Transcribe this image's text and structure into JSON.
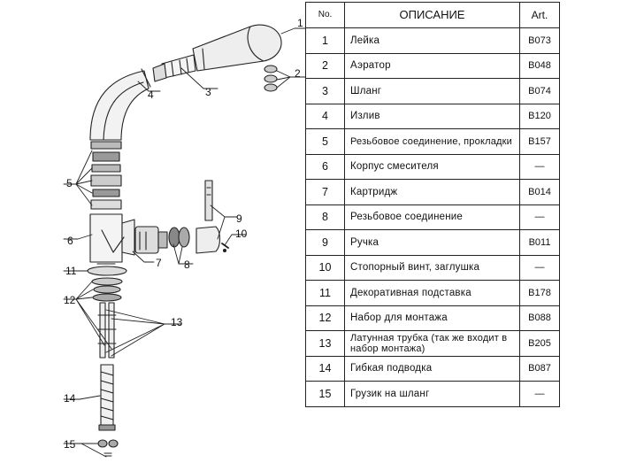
{
  "table": {
    "headers": {
      "no": "No.",
      "desc": "ОПИСАНИЕ",
      "art": "Art."
    },
    "rows": [
      {
        "no": "1",
        "desc": "Лейка",
        "art": "B073"
      },
      {
        "no": "2",
        "desc": "Аэратор",
        "art": "B048"
      },
      {
        "no": "3",
        "desc": "Шланг",
        "art": "B074"
      },
      {
        "no": "4",
        "desc": "Излив",
        "art": "B120"
      },
      {
        "no": "5",
        "desc": "Резьбовое соединение, прокладки",
        "art": "B157"
      },
      {
        "no": "6",
        "desc": "Корпус смесителя",
        "art": "—"
      },
      {
        "no": "7",
        "desc": "Картридж",
        "art": "B014"
      },
      {
        "no": "8",
        "desc": "Резьбовое соединение",
        "art": "—"
      },
      {
        "no": "9",
        "desc": "Ручка",
        "art": "B011"
      },
      {
        "no": "10",
        "desc": "Стопорный винт, заглушка",
        "art": "—"
      },
      {
        "no": "11",
        "desc": "Декоративная подставка",
        "art": "B178"
      },
      {
        "no": "12",
        "desc": "Набор для монтажа",
        "art": "B088"
      },
      {
        "no": "13",
        "desc": "Латунная трубка (так же входит в набор монтажа)",
        "art": "B205"
      },
      {
        "no": "14",
        "desc": "Гибкая подводка",
        "art": "B087"
      },
      {
        "no": "15",
        "desc": "Грузик на шланг",
        "art": "—"
      }
    ]
  },
  "diagram": {
    "callouts": [
      "1",
      "2",
      "3",
      "4",
      "5",
      "6",
      "7",
      "8",
      "9",
      "10",
      "11",
      "12",
      "13",
      "14",
      "15"
    ]
  }
}
